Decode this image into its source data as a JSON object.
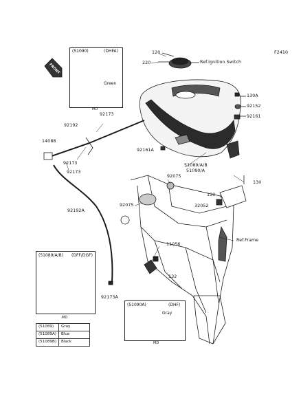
{
  "figure_id": "F2410",
  "front_badge": "FRONT",
  "parts": {
    "p120": "120",
    "p220": "220",
    "ref_ignition": "Ref.Ignition Switch",
    "p130A": "130A",
    "p92152": "92152",
    "p92161": "92161",
    "p92161A": "92161A",
    "p51089": "51089/A/B",
    "p51090": "51090/A",
    "p92173_top": "92173",
    "p92192": "92192",
    "p14088": "14088",
    "p92173_mid": "92173",
    "p92173_low": "92173",
    "p92192A": "92192A",
    "p92075_a": "92075",
    "p92075_b": "92075",
    "p130_right": "130",
    "p130_mid": "130",
    "p32052": "32052",
    "ref_frame": "Ref.Frame",
    "p11056": "11056",
    "p132": "132",
    "p92173A": "92173A"
  },
  "inset_top": {
    "header_left": "(51090)",
    "header_right": "(DHFA)",
    "color_label": "Green",
    "footer": "MD"
  },
  "inset_left": {
    "header_left": "(51089/A/B)",
    "header_right": "(DFF/DGF)",
    "footer": "MD"
  },
  "inset_right": {
    "header_left": "(51090A)",
    "header_right": "(DHF)",
    "color_label": "Gray",
    "footer": "MD"
  },
  "color_table": [
    {
      "part": "(51089)",
      "color": "Gray"
    },
    {
      "part": "(51089A)",
      "color": "Blue"
    },
    {
      "part": "(51089B)",
      "color": "Black"
    }
  ],
  "colors": {
    "line": "#1a1a1a",
    "tank_dark": "#2b2b2b",
    "tank_mid": "#555555"
  }
}
